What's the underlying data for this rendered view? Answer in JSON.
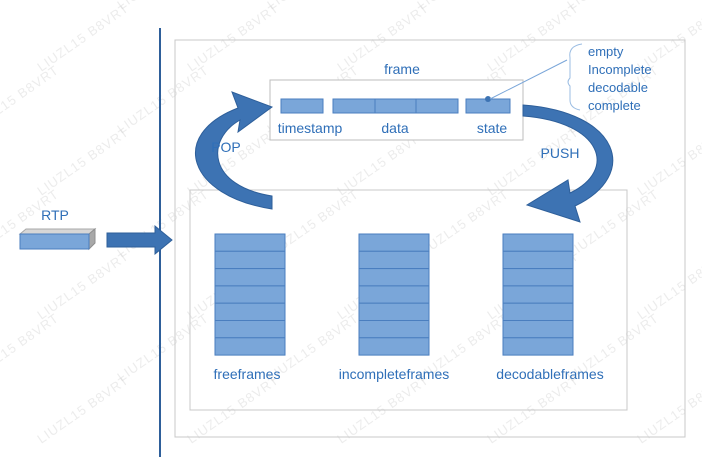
{
  "frame": {
    "title": "frame",
    "fields": {
      "timestamp": "timestamp",
      "data": "data",
      "state": "state"
    }
  },
  "state_options": [
    "empty",
    "Incomplete",
    "decodable",
    "complete"
  ],
  "arrows": {
    "pop": "POP",
    "push": "PUSH",
    "input": "RTP"
  },
  "lists": [
    {
      "label": "freeframes"
    },
    {
      "label": "incompleteframes"
    },
    {
      "label": "decodableframes"
    }
  ],
  "watermark": "LIUZL15 B8VRT",
  "colors": {
    "block_fill": "#7aa6d9",
    "block_stroke": "#4a7ebf",
    "arrow_fill": "#3d73b3",
    "text": "#2f6fb8",
    "box_stroke": "#c8c8c8",
    "divider": "#2e5f9a"
  }
}
